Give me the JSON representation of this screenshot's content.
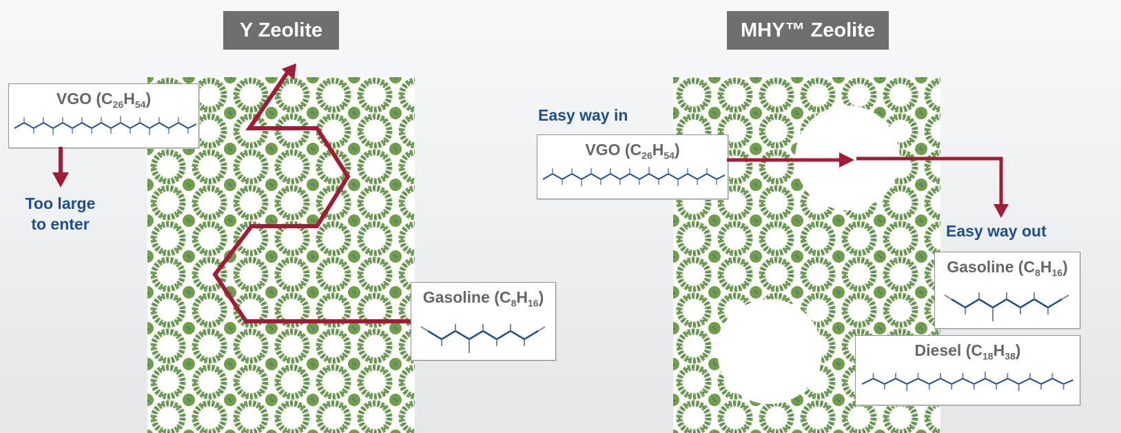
{
  "panels": {
    "left": {
      "title": "Y Zeolite"
    },
    "right": {
      "title": "MHY™ Zeolite"
    }
  },
  "left": {
    "vgo_card": {
      "name": "VGO (C",
      "sub1": "26",
      "mid": "H",
      "sub2": "54",
      "end": ")"
    },
    "too_large": {
      "line1": "Too large",
      "line2": "to enter"
    },
    "gasoline_card": {
      "name": "Gasoline (C",
      "sub1": "8",
      "mid": "H",
      "sub2": "16",
      "end": ")"
    }
  },
  "right": {
    "easy_in": "Easy way in",
    "vgo_card": {
      "name": "VGO (C",
      "sub1": "26",
      "mid": "H",
      "sub2": "54",
      "end": ")"
    },
    "easy_out": "Easy way out",
    "gasoline_card": {
      "name": "Gasoline (C",
      "sub1": "8",
      "mid": "H",
      "sub2": "16",
      "end": ")"
    },
    "diesel_card": {
      "name": "Diesel (C",
      "sub1": "18",
      "mid": "H",
      "sub2": "38",
      "end": ")"
    }
  },
  "colors": {
    "arrow": "#a31a35",
    "molecule": "#1d4f8f",
    "lattice_green": "#6fa047",
    "lattice_blue": "#4b6e9a",
    "title_bg": "#6e6e6e"
  }
}
